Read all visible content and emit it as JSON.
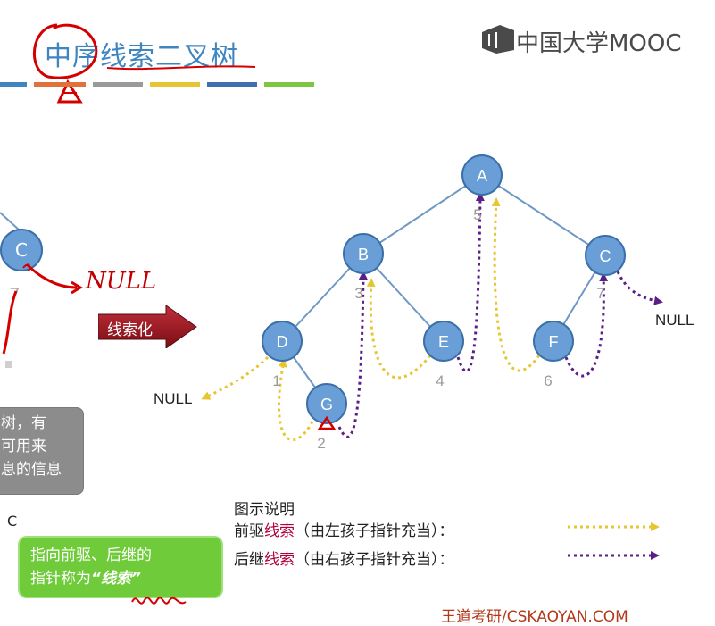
{
  "header": {
    "title": "中序线索二叉树",
    "brand": "中国大学MOOC",
    "stripe_colors": [
      "#3f86c0",
      "#e0713a",
      "#9a9a9a",
      "#e6c632",
      "#3f6fb0",
      "#7ec641"
    ]
  },
  "left_panel": {
    "node_label": "C",
    "null_label": "NULL",
    "seven_label": "7",
    "gray_box_lines": [
      "树，有",
      "可用来",
      "息的信息"
    ],
    "bottom_letter": "C"
  },
  "callout": {
    "line1": "指向前驱、后继的",
    "line2_prefix": "指针称为",
    "line2_emph": "“线索”"
  },
  "convert_arrow_label": "线索化",
  "tree": {
    "nodes": [
      {
        "id": "A",
        "label": "A",
        "order": "5"
      },
      {
        "id": "B",
        "label": "B",
        "order": "3"
      },
      {
        "id": "C",
        "label": "C",
        "order": "7"
      },
      {
        "id": "D",
        "label": "D",
        "order": "1"
      },
      {
        "id": "E",
        "label": "E",
        "order": "4"
      },
      {
        "id": "F",
        "label": "F",
        "order": "6"
      },
      {
        "id": "G",
        "label": "G",
        "order": "2"
      }
    ],
    "edges": [
      [
        "A",
        "B"
      ],
      [
        "A",
        "C"
      ],
      [
        "B",
        "D"
      ],
      [
        "B",
        "E"
      ],
      [
        "C",
        "F"
      ],
      [
        "D",
        "G"
      ]
    ],
    "null_left": "NULL",
    "null_right": "NULL",
    "colors": {
      "node_fill": "#6a9ed6",
      "node_stroke": "#3a6fa8",
      "pred_thread": "#e6c632",
      "succ_thread": "#5a1f86"
    }
  },
  "legend": {
    "title": "图示说明",
    "pred_prefix": "前驱",
    "pred_key": "线索",
    "pred_suffix": "（由左孩子指针充当）：",
    "succ_prefix": "后继",
    "succ_key": "线索",
    "succ_suffix": "（由右孩子指针充当）："
  },
  "footer": "王道考研/CSKAOYAN.COM"
}
